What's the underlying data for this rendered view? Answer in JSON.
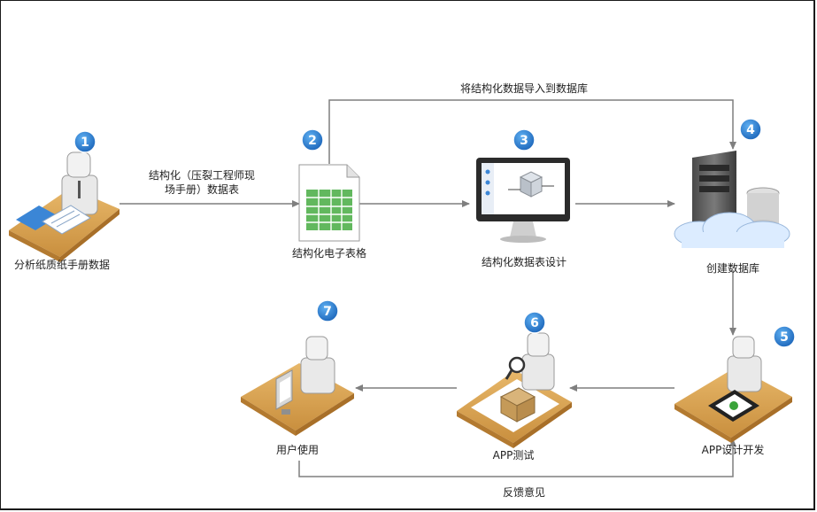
{
  "steps": [
    {
      "num": "1",
      "label": "分析纸质纸手册数据"
    },
    {
      "num": "2",
      "label": "结构化电子表格"
    },
    {
      "num": "3",
      "label": "结构化数据表设计"
    },
    {
      "num": "4",
      "label": "创建数据库"
    },
    {
      "num": "5",
      "label": "APP设计开发"
    },
    {
      "num": "6",
      "label": "APP测试"
    },
    {
      "num": "7",
      "label": "用户使用"
    }
  ],
  "edges": {
    "e1_line1": "结构化（压裂工程师现",
    "e1_line2": "场手册）数据表",
    "top": "将结构化数据导入到数据库",
    "feedback": "反馈意见"
  },
  "colors": {
    "badge": "#1e73c8",
    "desk": "#d9a55a",
    "arrow": "#7f7f7f"
  }
}
